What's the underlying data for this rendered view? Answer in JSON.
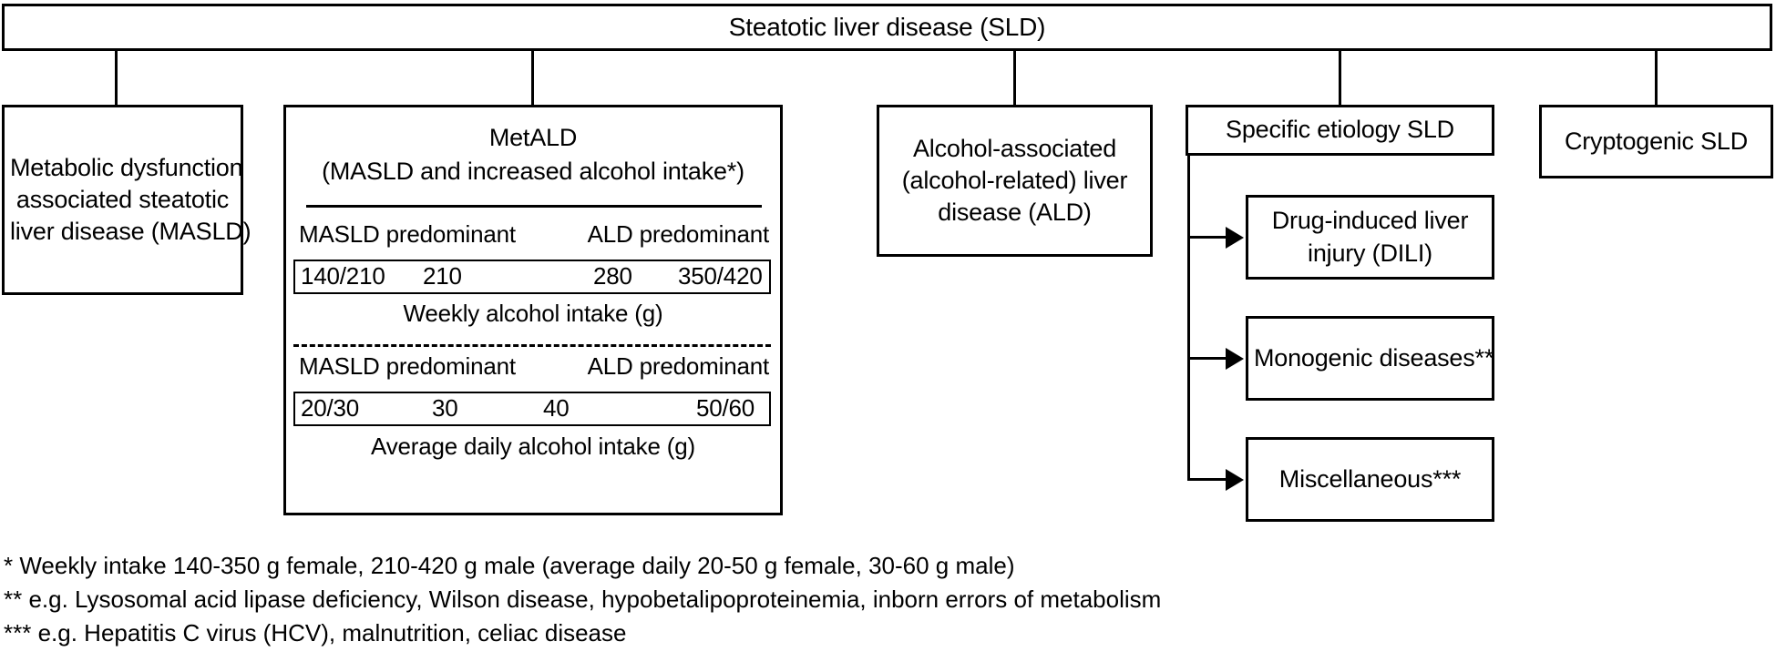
{
  "diagram": {
    "title": "Steatotic liver disease (SLD)",
    "root": {
      "label": "Steatotic liver disease (SLD)"
    },
    "branches": {
      "masld": {
        "line1": "Metabolic dysfunction",
        "line2": "associated steatotic",
        "line3": "liver disease (MASLD)"
      },
      "metald": {
        "title": "MetALD",
        "subtitle": "(MASLD and increased alcohol intake*)",
        "weekly": {
          "left_label": "MASLD predominant",
          "right_label": "ALD predominant",
          "values": [
            "140/210",
            "210",
            "280",
            "350/420"
          ],
          "caption": "Weekly alcohol intake (g)"
        },
        "daily": {
          "left_label": "MASLD predominant",
          "right_label": "ALD predominant",
          "values": [
            "20/30",
            "30",
            "40",
            "50/60"
          ],
          "caption": "Average daily alcohol intake (g)"
        }
      },
      "ald": {
        "line1": "Alcohol-associated",
        "line2": "(alcohol-related) liver",
        "line3": "disease (ALD)"
      },
      "specific": {
        "label": "Specific etiology SLD",
        "children": [
          {
            "line1": "Drug-induced liver",
            "line2": "injury (DILI)"
          },
          {
            "line1": "Monogenic diseases**",
            "line2": ""
          },
          {
            "line1": "Miscellaneous***",
            "line2": ""
          }
        ]
      },
      "cryptogenic": {
        "label": "Cryptogenic SLD"
      }
    },
    "footnotes": [
      "* Weekly intake 140-350 g female, 210-420 g male (average daily 20-50 g female, 30-60 g male)",
      "** e.g. Lysosomal acid lipase deficiency, Wilson disease, hypobetalipoproteinemia, inborn errors of metabolism",
      "*** e.g. Hepatitis C virus (HCV), malnutrition, celiac disease"
    ]
  },
  "colors": {
    "stroke": "#000000",
    "background": "#ffffff",
    "text": "#000000"
  }
}
